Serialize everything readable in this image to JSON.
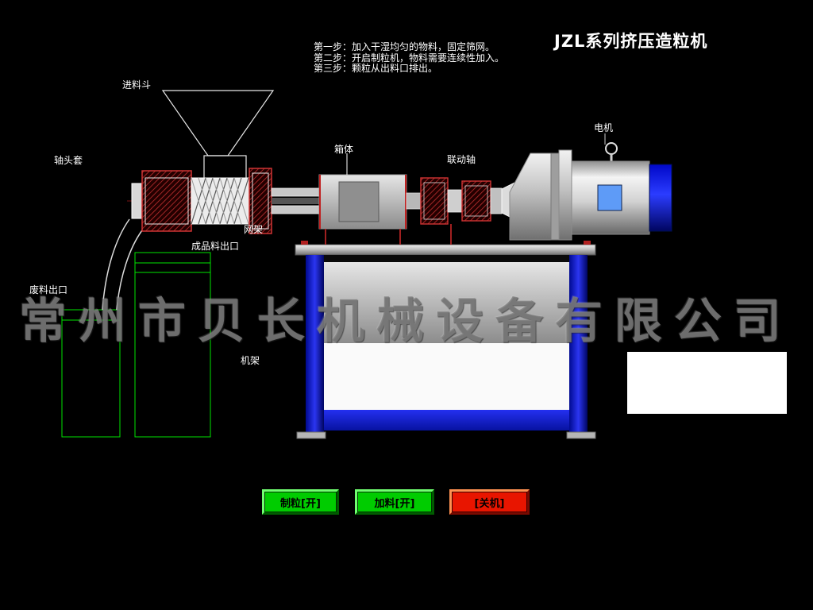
{
  "title": "JZL系列挤压造粒机",
  "instructions": {
    "step1": "第一步：加入干湿均匀的物料，固定筛网。",
    "step2": "第二步：开启制粒机，物料需要连续性加入。",
    "step3": "第三步：颗粒从出料口排出。"
  },
  "labels": {
    "feed_hopper": "进料斗",
    "shaft_head_sleeve": "轴头套",
    "box_body": "箱体",
    "coupling_shaft": "联动轴",
    "motor": "电机",
    "mesh_frame": "网架",
    "product_outlet": "成品料出口",
    "waste_outlet": "废料出口",
    "machine_frame": "机架"
  },
  "watermark": "常州市贝长机械设备有限公司",
  "buttons": {
    "granulate": "制粒[开]",
    "feed": "加料[开]",
    "shutdown": "[关机]"
  },
  "colors": {
    "background": "#000000",
    "button_green": "#00cc00",
    "button_red": "#e81500",
    "frame_blue": "#2b35f0",
    "outline_green": "#00e400",
    "hatch_red": "#c03030",
    "label_text": "#ffffff"
  }
}
